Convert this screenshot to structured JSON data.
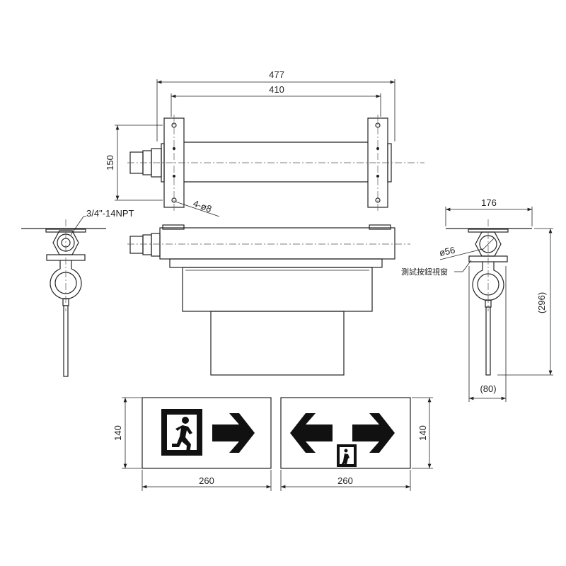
{
  "dimensions": {
    "overall_length": "477",
    "mount_spacing": "410",
    "height_top": "150",
    "holes": "4-ø8",
    "conduit": "3/4\"-14NPT",
    "side_width": "176",
    "window_dia": "ø56",
    "test_window": "測試按鈕視窗",
    "total_height": "(296)",
    "depth": "(80)",
    "sign_height_left": "140",
    "sign_height_right": "140",
    "sign_width_left": "260",
    "sign_width_right": "260"
  },
  "colors": {
    "line": "#222222",
    "sign": "#111111"
  }
}
